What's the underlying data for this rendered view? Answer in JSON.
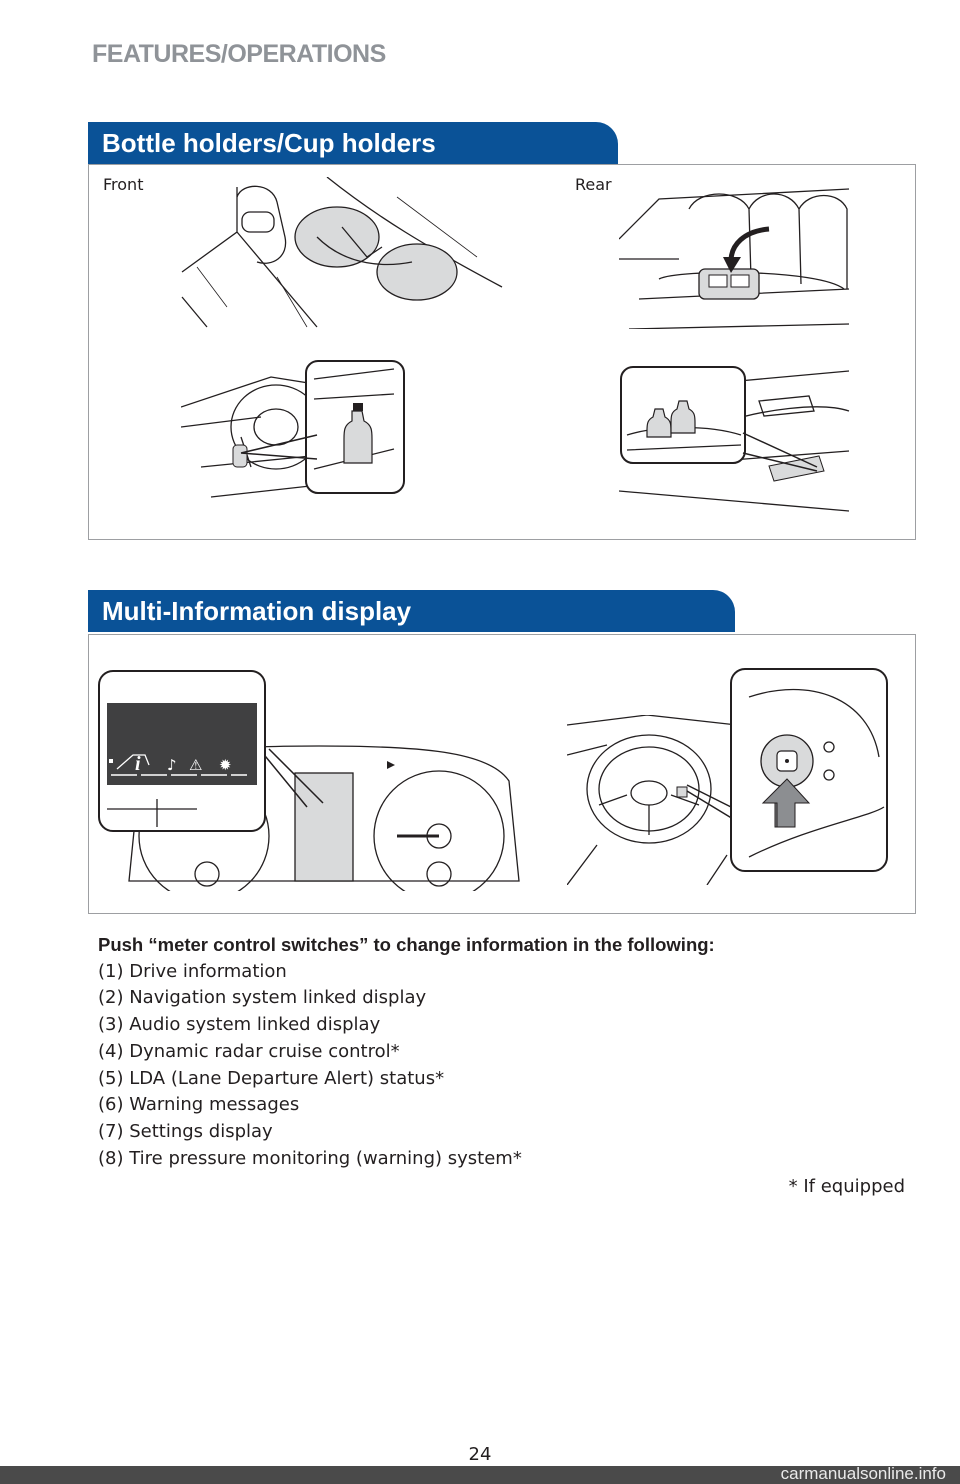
{
  "header": {
    "section": "FEATURES/OPERATIONS"
  },
  "bottle": {
    "title": "Bottle holders/Cup holders",
    "front_label": "Front",
    "rear_label": "Rear"
  },
  "mid": {
    "title": "Multi-Information display",
    "intro": "Push “meter control switches” to change information in the following:",
    "items": [
      "(1) Drive information",
      "(2) Navigation system linked display",
      "(3) Audio system linked display",
      "(4) Dynamic radar cruise control*",
      "(5) LDA (Lane Departure Alert) status*",
      "(6) Warning messages",
      "(7) Settings display",
      "(8) Tire pressure monitoring (warning) system*"
    ],
    "footnote": "* If equipped"
  },
  "page_number": "24",
  "watermark": "carmanualsonline.info",
  "colors": {
    "banner": "#0a5297",
    "header": "#8f9398",
    "frame": "#9d9fa2"
  }
}
